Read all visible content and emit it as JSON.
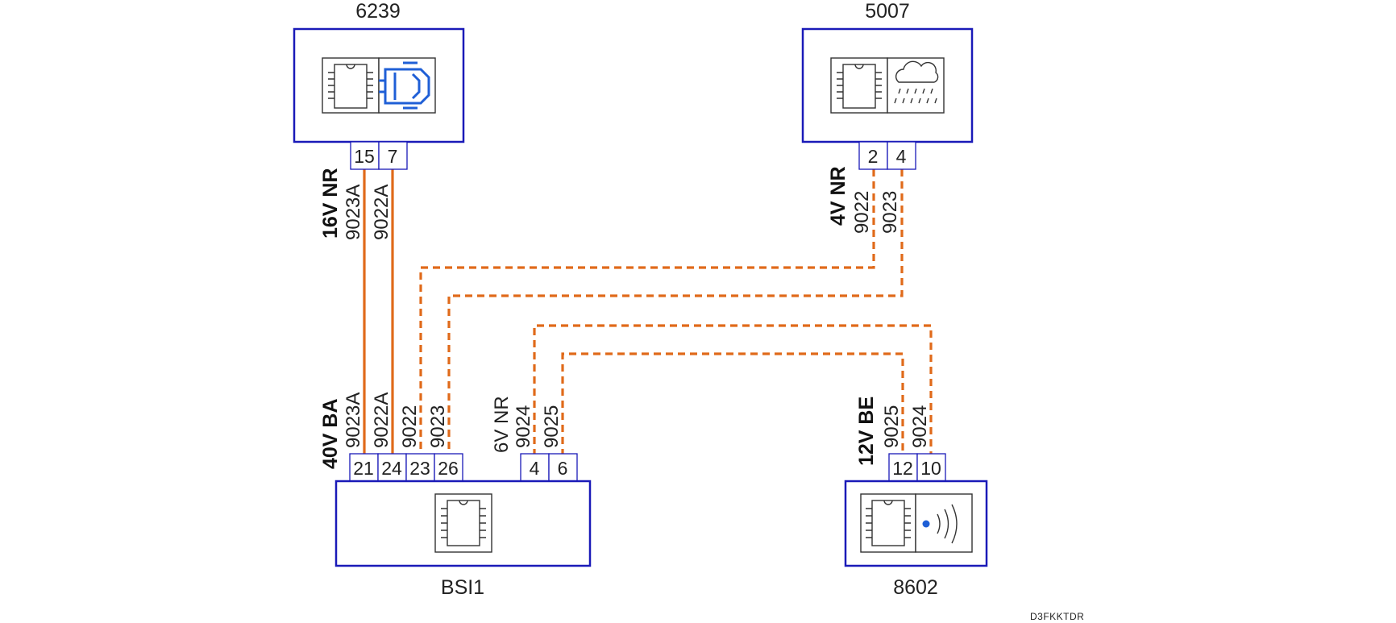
{
  "components": {
    "c6239": {
      "label": "6239",
      "pins": [
        "15",
        "7"
      ]
    },
    "c5007": {
      "label": "5007",
      "pins": [
        "2",
        "4"
      ]
    },
    "bsi1": {
      "label": "BSI1",
      "pins": [
        "21",
        "24",
        "23",
        "26",
        "4",
        "6"
      ]
    },
    "c8602": {
      "label": "8602",
      "pins": [
        "12",
        "10"
      ]
    }
  },
  "connectors": {
    "top_left": "16V NR",
    "top_right": "4V NR",
    "bottom_left": "40V BA",
    "bottom_mid": "6V NR",
    "bottom_right": "12V BE"
  },
  "wires": {
    "w9023A": "9023A",
    "w9022A": "9022A",
    "w9022": "9022",
    "w9023": "9023",
    "w9024": "9024",
    "w9025": "9025"
  },
  "footer_code": "D3FKKTDR",
  "colors": {
    "box_border": "#1a1ab8",
    "wire": "#e06a1a",
    "icon_blue": "#1f5fd6"
  },
  "icons": {
    "c6239": [
      "chip-icon",
      "car-top-view-icon"
    ],
    "c5007": [
      "chip-icon",
      "rain-cloud-icon"
    ],
    "bsi1": [
      "chip-icon"
    ],
    "c8602": [
      "chip-icon",
      "wireless-signal-icon"
    ]
  }
}
